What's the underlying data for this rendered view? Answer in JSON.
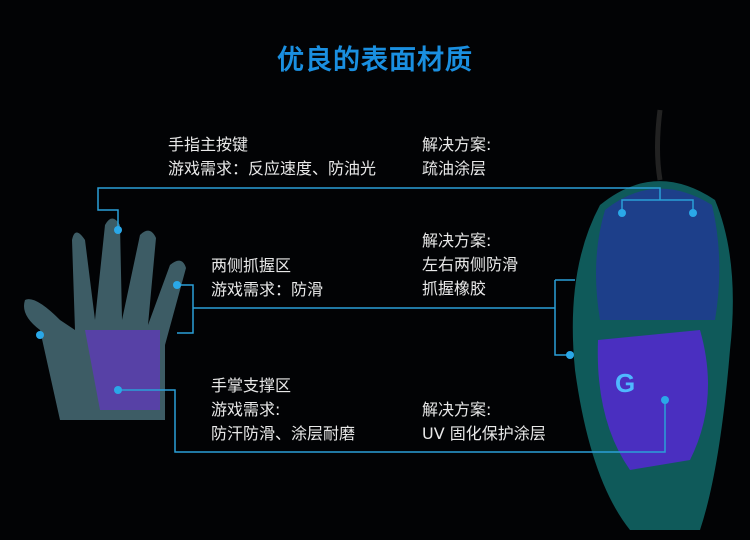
{
  "title": "优良的表面材质",
  "zones": [
    {
      "name": "手指主按键",
      "need": "游戏需求：反应速度、防油光",
      "solution_label": "解决方案:",
      "solution": [
        "疏油涂层"
      ]
    },
    {
      "name": "两侧抓握区",
      "need": "游戏需求：防滑",
      "solution_label": "解决方案:",
      "solution": [
        "左右两侧防滑",
        "抓握橡胶"
      ]
    },
    {
      "name": "手掌支撑区",
      "need": "游戏需求:",
      "need2": "防汗防滑、涂层耐磨",
      "solution_label": "解决方案:",
      "solution": [
        "UV 固化保护涂层"
      ]
    }
  ],
  "logo_text": "G",
  "colors": {
    "accent": "#1a8fe0",
    "line": "#2a9fd8",
    "mouse_blue": "#1d3f8a",
    "mouse_teal": "#0f5a5a",
    "palm_purple": "#6a3fd0"
  }
}
